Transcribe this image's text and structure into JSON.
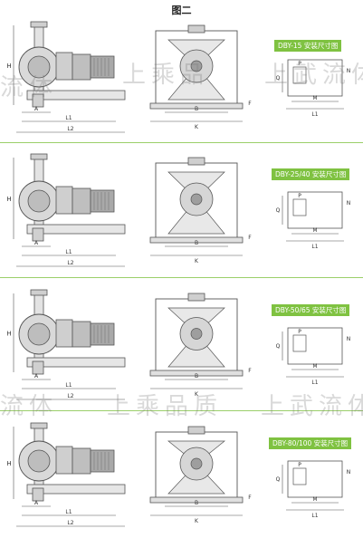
{
  "title": "图二",
  "watermark": {
    "line1_left": "流体",
    "line1_mid": "上乘品",
    "line1_right": "上武流体",
    "line2_left": "流体",
    "line2_mid": "上乘品质",
    "line2_right": "上武流体"
  },
  "sections": [
    {
      "badge": "DBY-15 安装尺寸图",
      "dims": {
        "H": "H",
        "A": "A",
        "L1": "L1",
        "L2": "L2",
        "B": "B",
        "K": "K",
        "F": "F",
        "P": "P",
        "Q": "Q",
        "N": "N",
        "M": "M",
        "L1b": "L1"
      }
    },
    {
      "badge": "DBY-25/40 安装尺寸图",
      "dims": {
        "H": "H",
        "A": "A",
        "L1": "L1",
        "L2": "L2",
        "B": "B",
        "K": "K",
        "F": "F",
        "P": "P",
        "Q": "Q",
        "N": "N",
        "M": "M",
        "L1b": "L1"
      }
    },
    {
      "badge": "DBY-50/65 安装尺寸图",
      "dims": {
        "H": "H",
        "A": "A",
        "L1": "L1",
        "L2": "L2",
        "B": "B",
        "K": "K",
        "F": "F",
        "P": "P",
        "Q": "Q",
        "N": "N",
        "M": "M",
        "L1b": "L1"
      }
    },
    {
      "badge": "DBY-80/100 安装尺寸图",
      "dims": {
        "H": "H",
        "A": "A",
        "L1": "L1",
        "L2": "L2",
        "B": "B",
        "K": "K",
        "F": "F",
        "P": "P",
        "Q": "Q",
        "N": "N",
        "M": "M",
        "L1b": "L1"
      }
    }
  ],
  "colors": {
    "accent": "#7fc241",
    "line": "#555555",
    "fill": "#d9d9d9"
  }
}
